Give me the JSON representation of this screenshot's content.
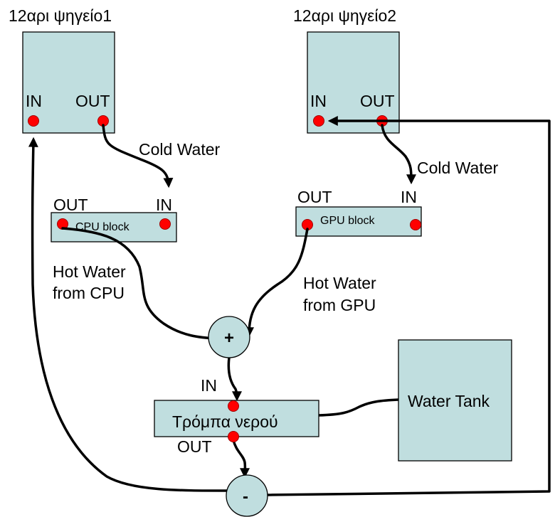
{
  "radiator1": {
    "title": "12αρι ψηγείο1",
    "in_label": "IN",
    "out_label": "OUT"
  },
  "radiator2": {
    "title": "12αρι ψηγείο2",
    "in_label": "IN",
    "out_label": "OUT"
  },
  "cpu_block": {
    "label": "CPU block",
    "out_label": "OUT",
    "in_label": "IN"
  },
  "gpu_block": {
    "label": "GPU block",
    "out_label": "OUT",
    "in_label": "IN"
  },
  "flows": {
    "cold_water_1": "Cold Water",
    "cold_water_2": "Cold Water",
    "hot_cpu_line1": "Hot Water",
    "hot_cpu_line2": "from CPU",
    "hot_gpu_line1": "Hot Water",
    "hot_gpu_line2": "from GPU"
  },
  "merge_node": {
    "symbol": "+"
  },
  "split_node": {
    "symbol": "-"
  },
  "pump": {
    "label": "Τρόμπα νερού",
    "in_label": "IN",
    "out_label": "OUT"
  },
  "tank": {
    "label": "Water Tank"
  },
  "colors": {
    "box_fill": "#c0dedf",
    "port": "#ff0000",
    "pipe": "#000000"
  }
}
